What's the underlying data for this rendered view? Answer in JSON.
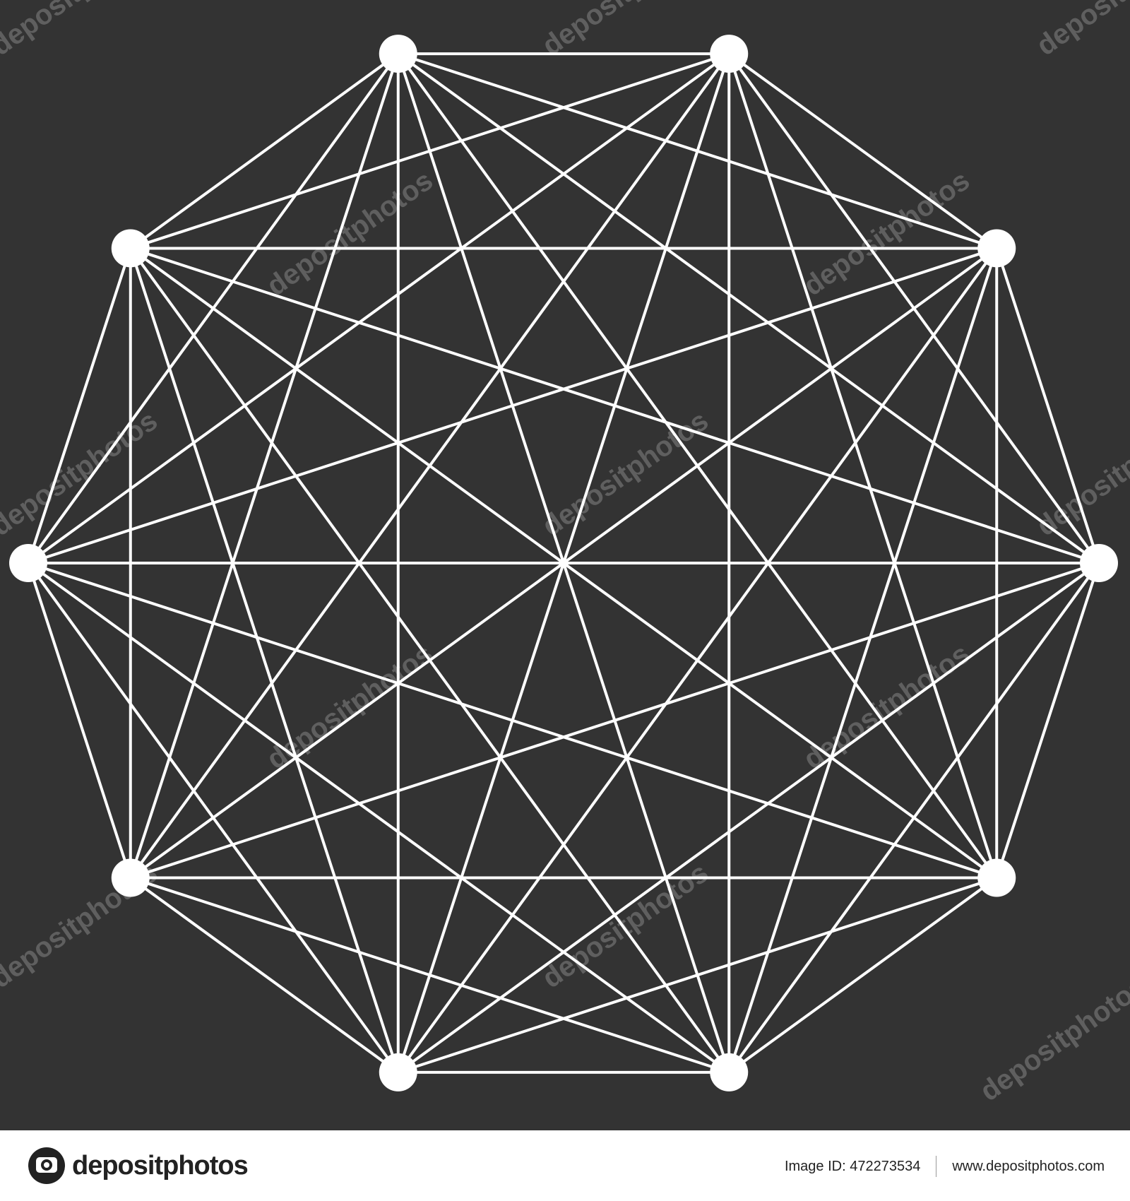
{
  "diagram": {
    "type": "complete-graph",
    "node_count": 10,
    "background_color": "#333333",
    "line_color": "#ffffff"
  },
  "watermark": {
    "text": "depositphotos"
  },
  "footer": {
    "logo_text": "depositphotos",
    "logo_icon": "camera-icon",
    "image_id_label": "Image ID:",
    "image_id": "472273534",
    "site": "www.depositphotos.com"
  }
}
